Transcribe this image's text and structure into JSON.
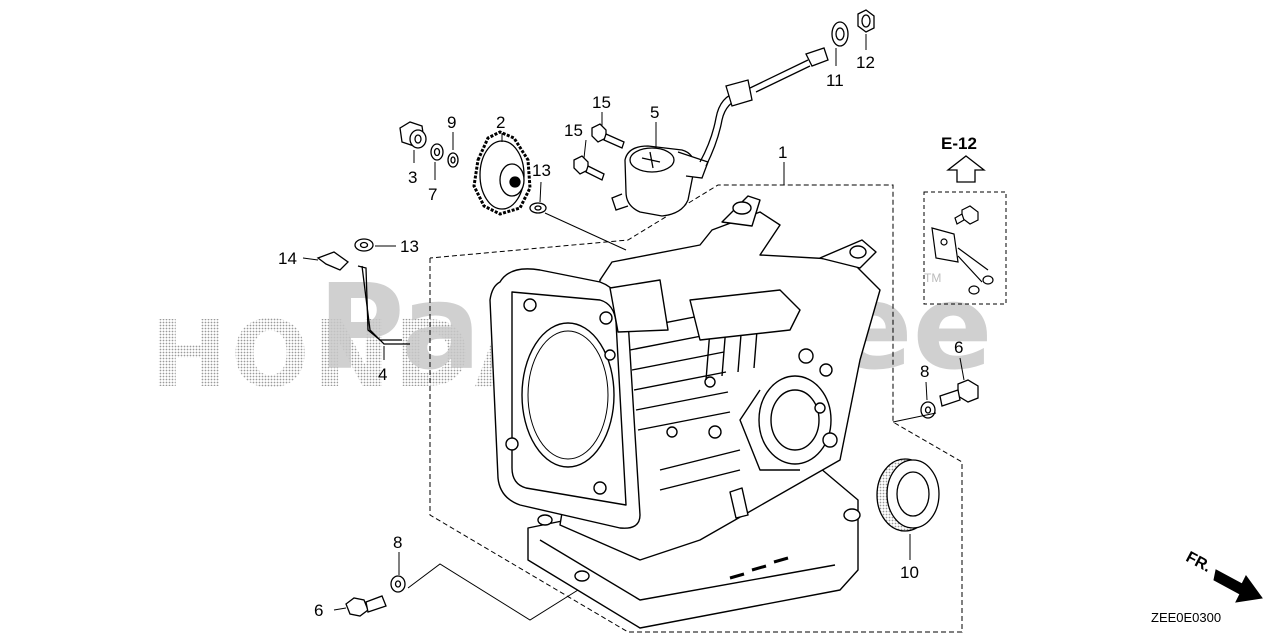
{
  "watermark": {
    "brand": "Parts Tree",
    "maker": "HONDA",
    "trademark": "TM"
  },
  "callouts": [
    {
      "id": "c1",
      "text": "1"
    },
    {
      "id": "c2",
      "text": "2"
    },
    {
      "id": "c3",
      "text": "3"
    },
    {
      "id": "c4",
      "text": "4"
    },
    {
      "id": "c5",
      "text": "5"
    },
    {
      "id": "c6a",
      "text": "6"
    },
    {
      "id": "c6b",
      "text": "6"
    },
    {
      "id": "c7",
      "text": "7"
    },
    {
      "id": "c8a",
      "text": "8"
    },
    {
      "id": "c8b",
      "text": "8"
    },
    {
      "id": "c9",
      "text": "9"
    },
    {
      "id": "c10",
      "text": "10"
    },
    {
      "id": "c11",
      "text": "11"
    },
    {
      "id": "c12",
      "text": "12"
    },
    {
      "id": "c13a",
      "text": "13"
    },
    {
      "id": "c13b",
      "text": "13"
    },
    {
      "id": "c14",
      "text": "14"
    },
    {
      "id": "c15a",
      "text": "15"
    },
    {
      "id": "c15b",
      "text": "15"
    }
  ],
  "reference": {
    "label": "E-12"
  },
  "front_indicator": {
    "label": "FR."
  },
  "diagram_code": "ZEE0E0300",
  "colors": {
    "line": "#000000",
    "watermark": "#c8c8c8"
  }
}
